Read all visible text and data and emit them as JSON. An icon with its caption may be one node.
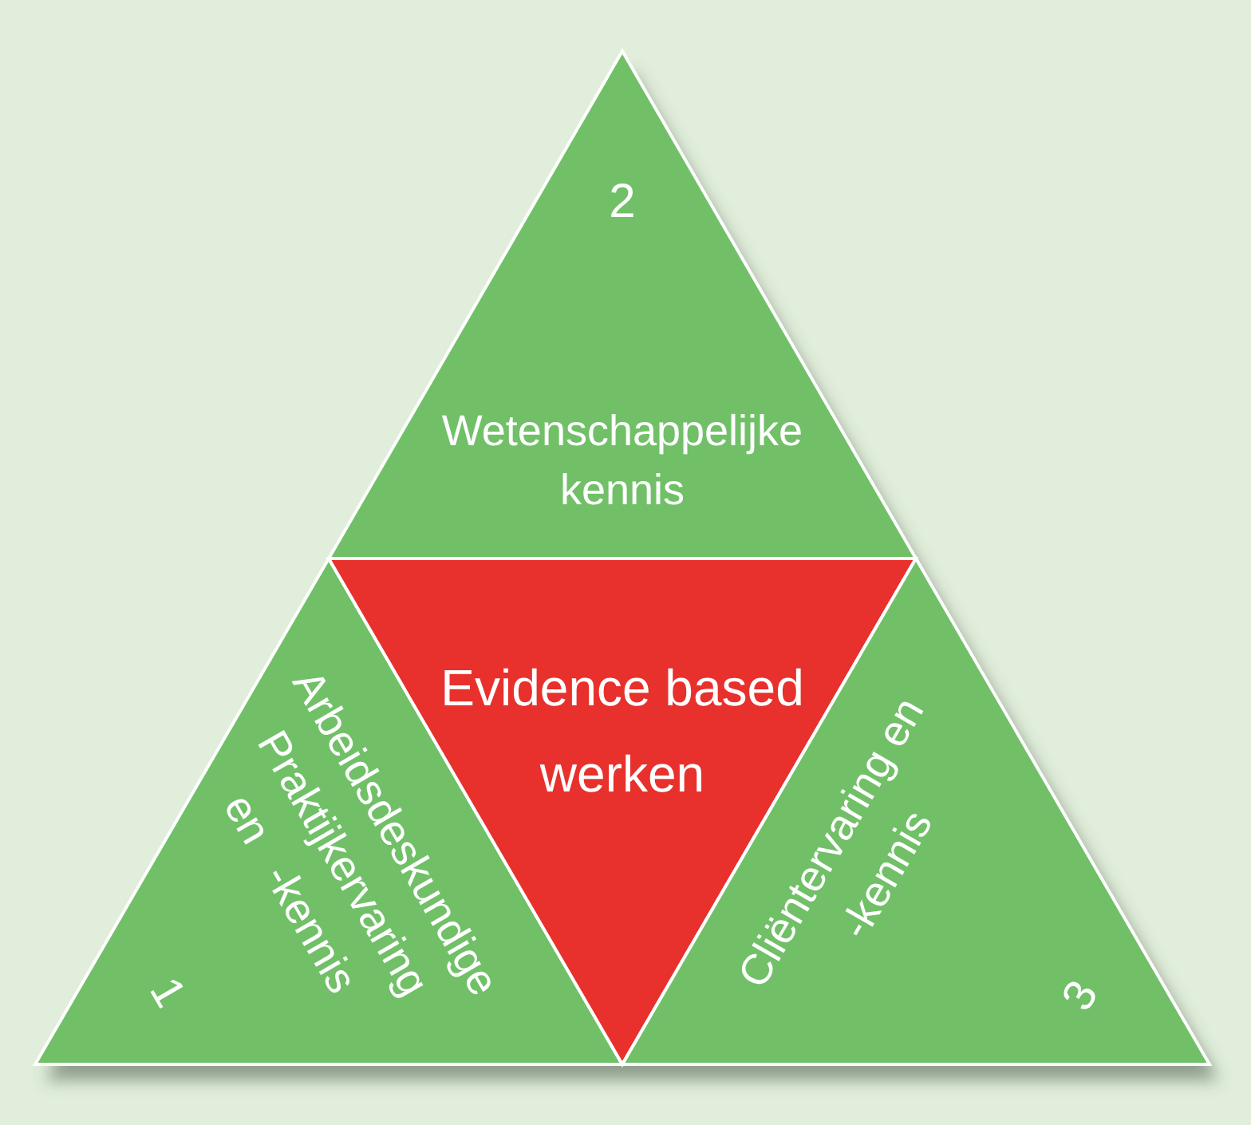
{
  "diagram": {
    "nodes": [
      {
        "text": [
          "2",
          "Wetenschappelijke kennis"
        ]
      },
      {
        "text": [
          "Arbeidsdeskundige Praktijkervaring en -kennis",
          "1"
        ]
      },
      {
        "text": [
          "Evidence based werken"
        ]
      },
      {
        "text": [
          "Cliëntervaring en -kennis",
          "3"
        ]
      }
    ]
  }
}
